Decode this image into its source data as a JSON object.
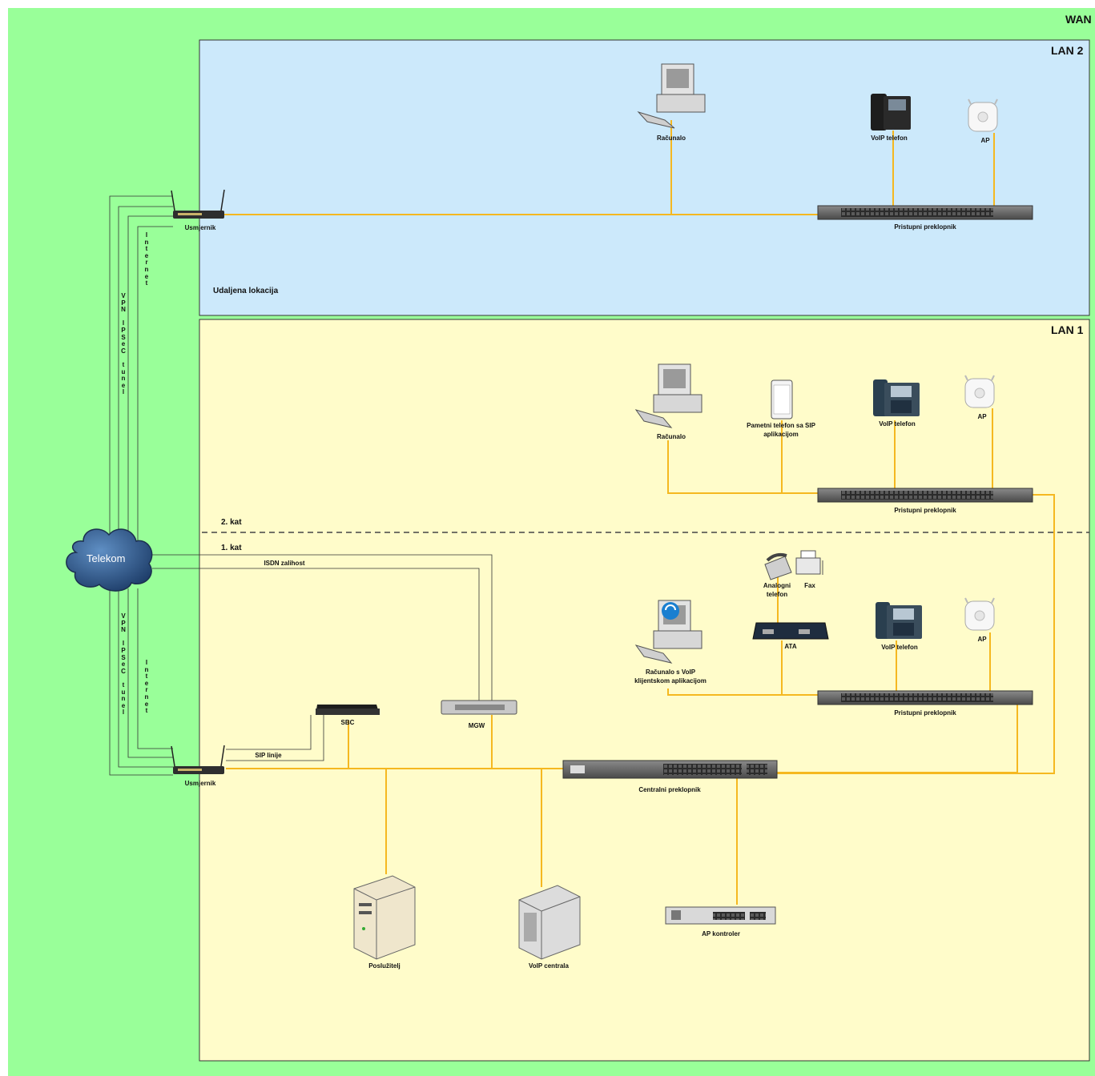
{
  "zones": {
    "wan": "WAN",
    "lan2": "LAN 2",
    "lan1": "LAN 1"
  },
  "locations": {
    "remote": "Udaljena lokacija",
    "floor2": "2. kat",
    "floor1": "1. kat"
  },
  "cloud": {
    "label": "Telekom"
  },
  "links": {
    "isdn": "ISDN zalihost",
    "sip": "SIP linije",
    "vpn_top": "V\nP\nN\n\nI\nP\nS\ne\nC\n\nt\nu\nn\ne\nl",
    "internet_top": "I\nn\nt\ne\nr\nn\ne\nt",
    "vpn_bottom": "V\nP\nN\n\nI\nP\nS\ne\nC\n\nt\nu\nn\ne\nl",
    "internet_bottom": "I\nn\nt\ne\nr\nn\ne\nt"
  },
  "lan2": {
    "router": "Usmjernik",
    "pc": "Računalo",
    "voip_phone": "VoIP telefon",
    "ap": "AP",
    "switch": "Pristupni preklopnik"
  },
  "lan1_floor2": {
    "pc": "Računalo",
    "smartphone": "Pametni telefon sa SIP aplikacijom",
    "voip_phone": "VoIP telefon",
    "ap": "AP",
    "switch": "Pristupni preklopnik"
  },
  "lan1_floor1": {
    "analog_phone": "Analogni telefon",
    "fax": "Fax",
    "ata": "ATA",
    "pc_voip": "Računalo s VoIP klijentskom aplikacijom",
    "voip_phone": "VoIP telefon",
    "ap": "AP",
    "switch": "Pristupni preklopnik",
    "router": "Usmjernik",
    "sbc": "SBC",
    "mgw": "MGW",
    "core_switch": "Centralni preklopnik",
    "server": "Poslužitelj",
    "voip_pbx": "VoIP centrala",
    "ap_controller": "AP kontroler"
  },
  "colors": {
    "wan_bg": "#99ff99",
    "lan2_bg": "#cce9fb",
    "lan1_bg": "#fffcca",
    "ethernet": "#f5b820",
    "wan_link": "#333333"
  }
}
